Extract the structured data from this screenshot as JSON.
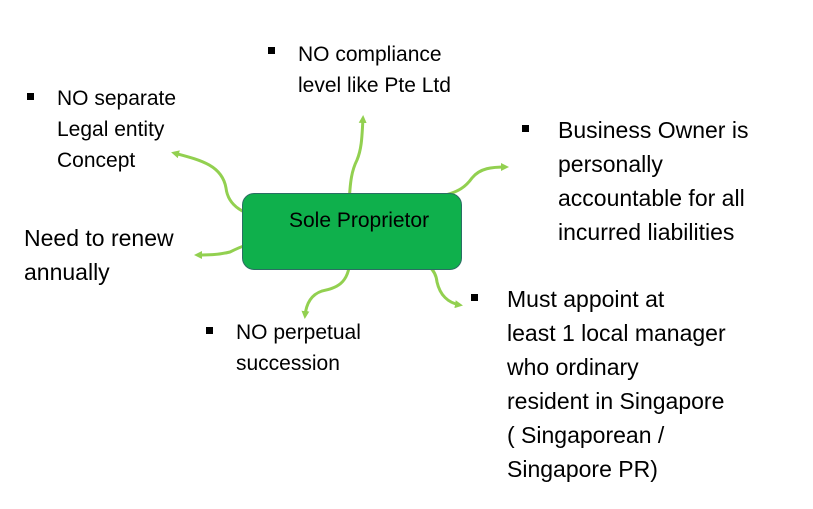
{
  "center": {
    "label": "Sole Proprietor",
    "fill": "#0fb04c",
    "border": "#2b6e63"
  },
  "arrow_color": "#92d050",
  "notes": {
    "legal_entity": "NO separate\nLegal entity\nConcept",
    "compliance": "NO compliance\nlevel like Pte Ltd",
    "accountable": "Business Owner is\npersonally\naccountable for all\nincurred liabilities",
    "renew": "Need to renew\nannually",
    "succession": "NO perpetual\nsuccession",
    "manager": "Must appoint at\nleast 1 local manager\nwho ordinary\nresident in Singapore\n( Singaporean /\nSingapore PR)"
  }
}
